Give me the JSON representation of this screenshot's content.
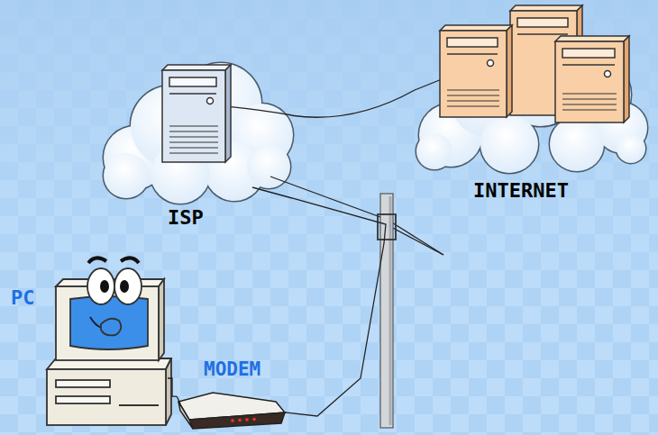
{
  "diagram": {
    "nodes": [
      {
        "text": [
          "ISP"
        ]
      },
      {
        "text": [
          "INTERNET"
        ]
      },
      {
        "text": [
          "PC"
        ]
      },
      {
        "text": [
          "MODEM"
        ]
      }
    ],
    "edges": [
      {
        "from": 0,
        "to": 1,
        "arrow": "none"
      },
      {
        "from": 2,
        "to": 3,
        "arrow": "none"
      },
      {
        "from": 3,
        "to": 0,
        "arrow": "none"
      }
    ]
  }
}
